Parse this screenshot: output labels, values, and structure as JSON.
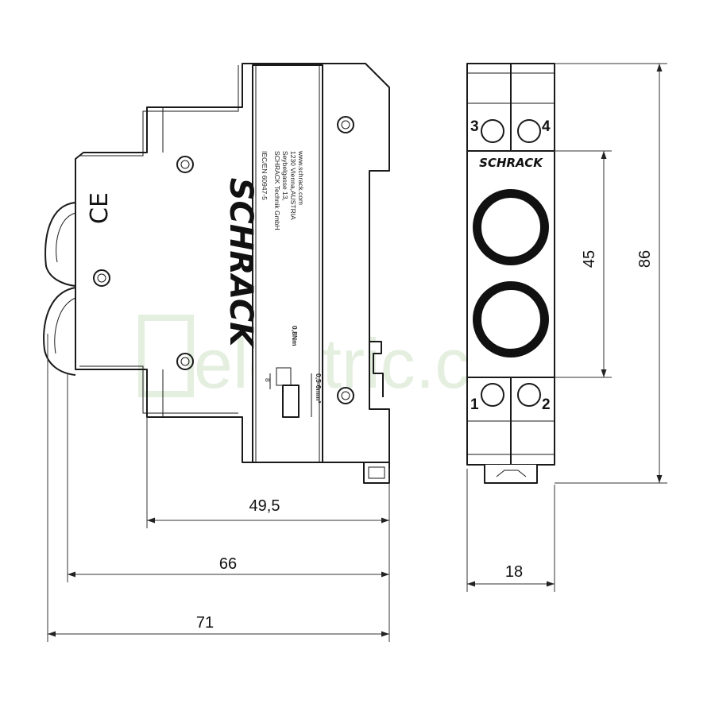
{
  "watermark": "electric.cn",
  "device": {
    "brand": "SCHRACK",
    "ce_mark": "CE",
    "standard": "IEC/EN 60947-5",
    "manufacturer_lines": [
      "SCHRACK Technik GmbH",
      "Seybelgasse 13,",
      "1230 Vienna,AUSTRIA",
      "www.schrack.com"
    ],
    "torque": "0,8Nm",
    "strip_length": "8",
    "wire_section": "0,5-6mm²"
  },
  "terminals": {
    "top_left": "3",
    "top_right": "4",
    "bottom_left": "1",
    "bottom_right": "2"
  },
  "dimensions": {
    "depth_rail": "49,5",
    "depth_body": "66",
    "depth_total": "71",
    "width": "18",
    "button_spacing": "45",
    "height": "86"
  }
}
